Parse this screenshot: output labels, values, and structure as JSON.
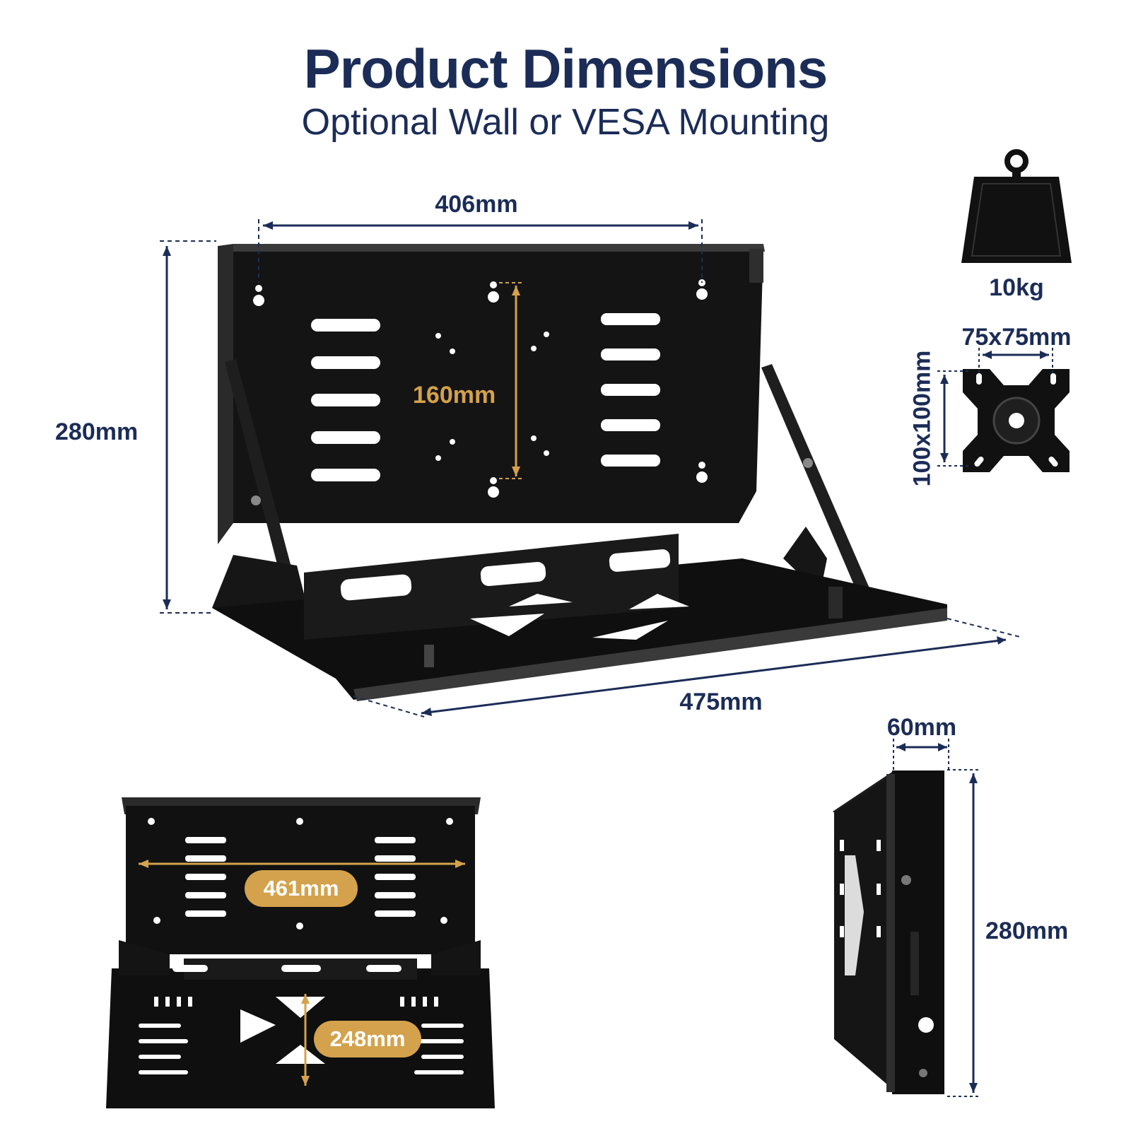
{
  "header": {
    "title": "Product Dimensions",
    "subtitle": "Optional Wall or VESA Mounting"
  },
  "main_view": {
    "width": "406mm",
    "height": "280mm",
    "vesa_spacing": "160mm",
    "depth": "475mm"
  },
  "spec_weight": {
    "icon": "weight-icon",
    "label": "10kg"
  },
  "spec_vesa": {
    "icon": "vesa-plate-icon",
    "horizontal": "75x75mm",
    "vertical": "100x100mm"
  },
  "folded_front_view": {
    "inner_width": "461mm",
    "inner_height": "248mm"
  },
  "folded_side_view": {
    "thickness": "60mm",
    "height": "280mm"
  },
  "colors": {
    "navy": "#1b2c57",
    "gold": "#d4a24c",
    "bracket": "#111111",
    "slot": "#ffffff"
  }
}
